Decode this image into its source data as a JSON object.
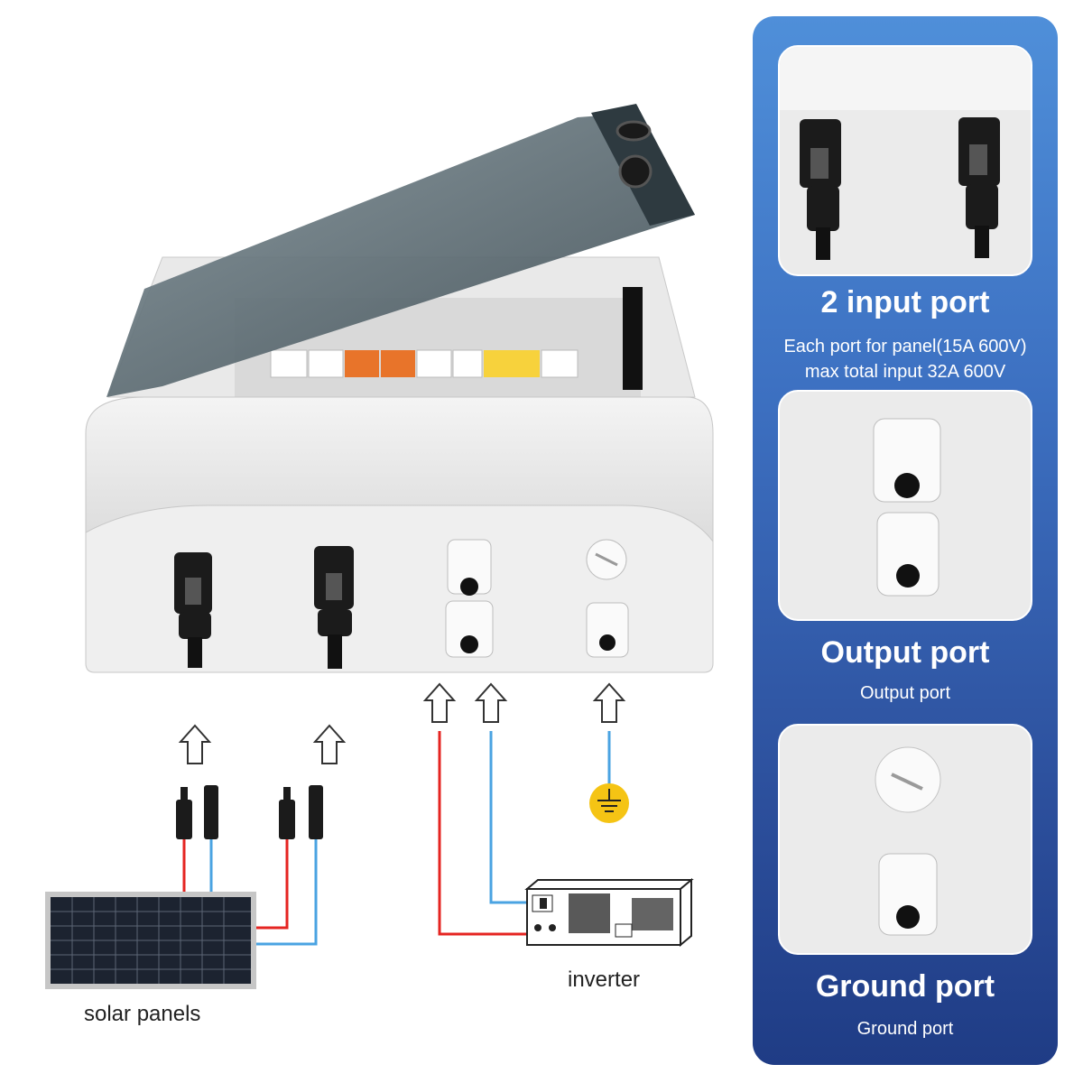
{
  "labels": {
    "solar_panels": "solar panels",
    "inverter": "inverter"
  },
  "features": [
    {
      "title": "2 input port",
      "lines": [
        "Each port for panel(15A 600V)",
        "max total input 32A 600V"
      ]
    },
    {
      "title": "Output port",
      "lines": [
        "Output port"
      ]
    },
    {
      "title": "Ground port",
      "lines": [
        "Ground port"
      ]
    }
  ],
  "colors": {
    "positive_wire": "#e52421",
    "negative_wire": "#4aa3e2",
    "ground_symbol": "#f5c414",
    "panel_blue": "#2c4f9c"
  },
  "icons": [
    "arrow-up-icon",
    "ground-symbol-icon",
    "mc4-connector-icon",
    "solar-panel-icon",
    "inverter-icon",
    "cable-gland-icon",
    "blank-plug-icon"
  ]
}
